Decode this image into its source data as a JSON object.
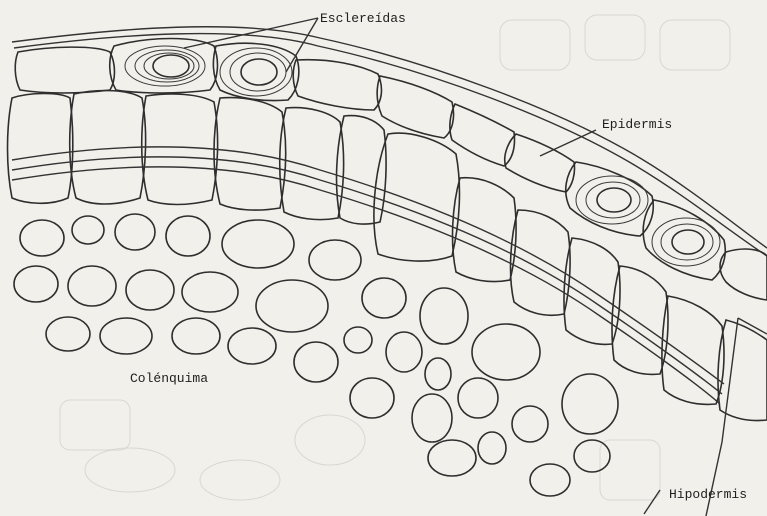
{
  "labels": {
    "esclereidas": "Esclereídas",
    "epidermis": "Epidermis",
    "colenquima": "Colénquima",
    "hipodermis": "Hipodermis"
  },
  "colors": {
    "paper": "#f2f0eb",
    "ink": "#2e2e2e",
    "bleed": "#c9c6bf"
  }
}
